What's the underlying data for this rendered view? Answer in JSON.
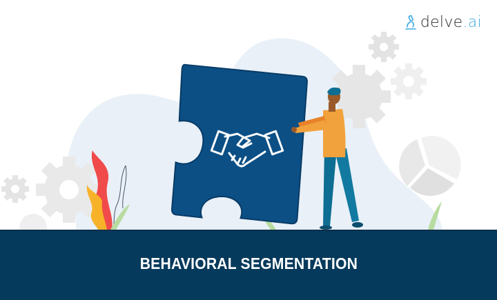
{
  "brand": {
    "name_main": "delve",
    "name_suffix": ".ai",
    "icon": "microscope-icon",
    "accent_color": "#3aa8e0"
  },
  "illustration": {
    "description": "Person pushing a puzzle piece with a handshake icon",
    "elements": [
      "puzzle-piece",
      "handshake-icon",
      "person",
      "gear-icons",
      "pie-chart",
      "plants"
    ],
    "colors": {
      "puzzle": "#0b4f85",
      "background_blob": "#e9f0f8",
      "gears": "#e4e4e4",
      "shirt": "#f2a23c",
      "pants": "#127aa0",
      "plant_red": "#f04a4a",
      "plant_orange": "#f8b22a",
      "plant_green": "#b8dca0"
    }
  },
  "banner": {
    "title": "BEHAVIORAL SEGMENTATION",
    "background_color": "#063a5c",
    "text_color": "#ffffff"
  }
}
